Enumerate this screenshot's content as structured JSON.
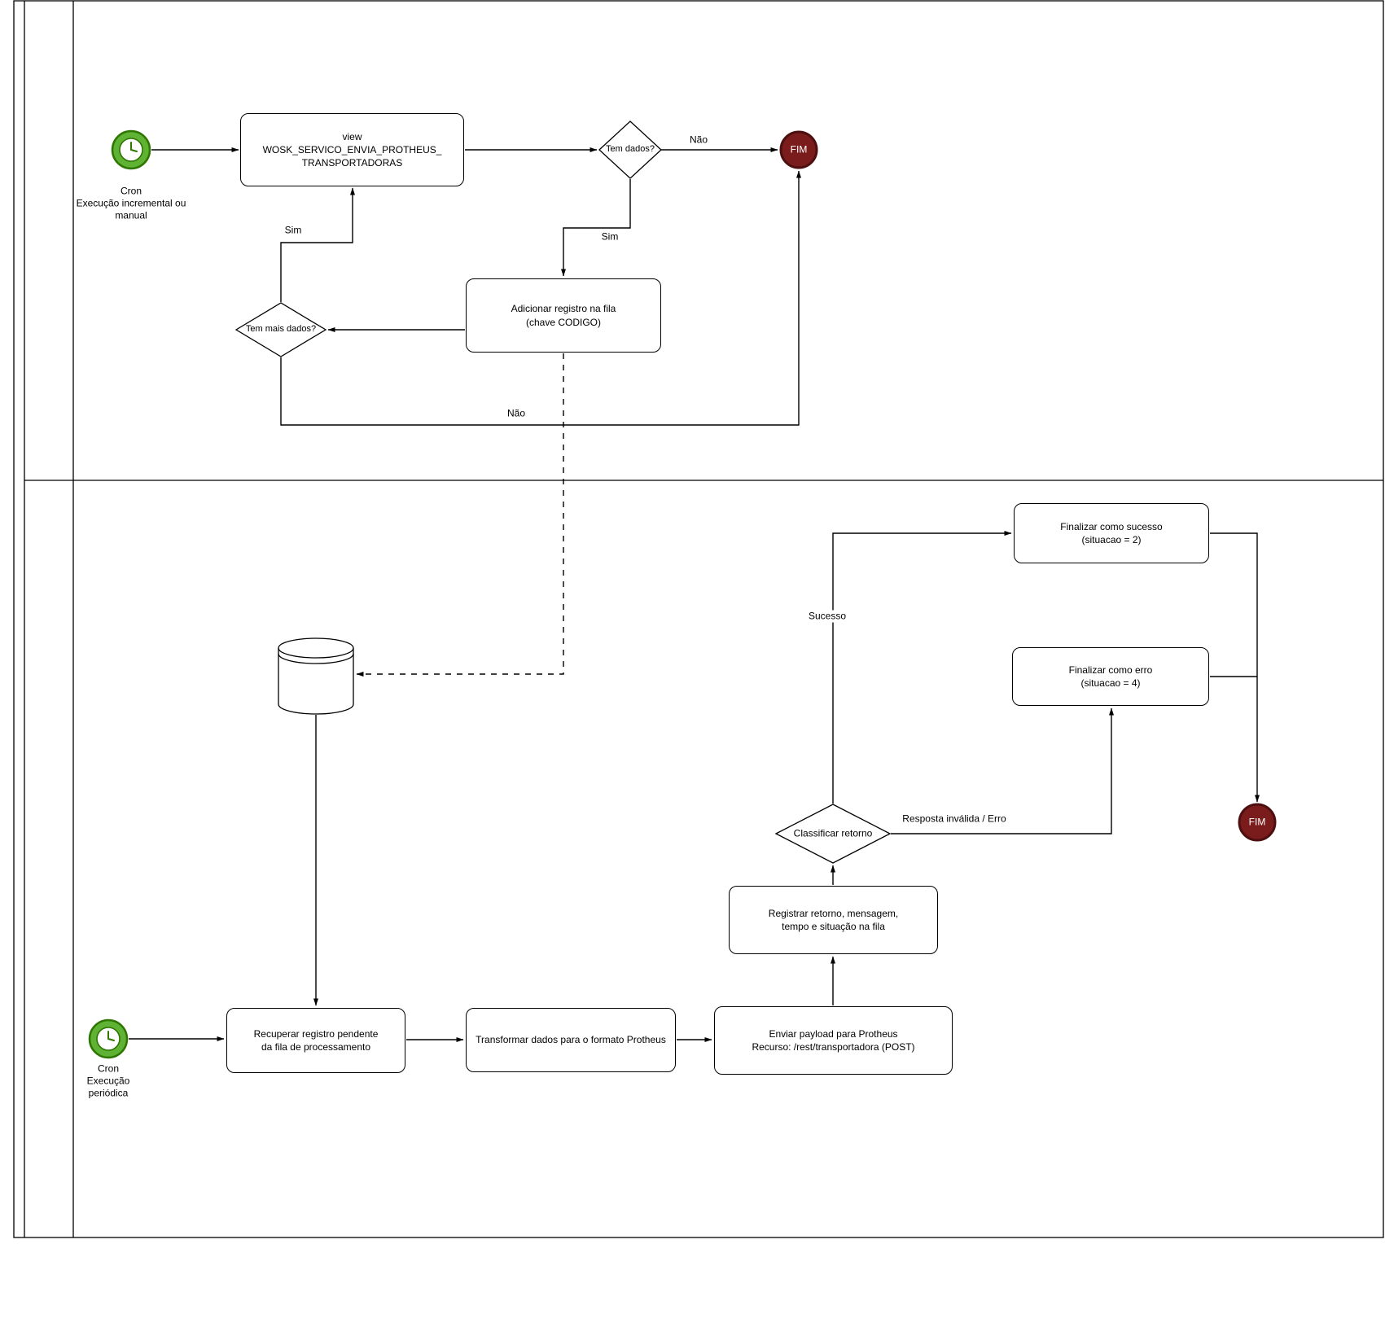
{
  "diagram": {
    "type": "flowchart",
    "lanes": 2
  },
  "colors": {
    "start_fill": "#5fb234",
    "start_stroke": "#2d7600",
    "end_fill": "#7a1c1c",
    "end_stroke": "#4d0f0f",
    "line": "#000000",
    "node_fill": "#ffffff",
    "node_border": "#000000"
  },
  "nodes": {
    "start_incremental": {
      "label": "Cron\nExecução incremental ou\nmanual"
    },
    "view": {
      "label": "view\nWOSK_SERVICO_ENVIA_PROTHEUS_\nTRANSPORTADORAS"
    },
    "tem_dados": {
      "label": "Tem dados?"
    },
    "fim_top": {
      "label": "FIM"
    },
    "adicionar": {
      "label": "Adicionar registro na fila\n(chave CODIGO)"
    },
    "tem_mais_dados": {
      "label": "Tem mais dados?"
    },
    "start_periodica": {
      "label": "Cron\nExecução\nperiódica"
    },
    "recuperar": {
      "label": "Recuperar registro pendente\nda fila de processamento"
    },
    "transformar": {
      "label": "Transformar dados para o formato Protheus"
    },
    "enviar": {
      "label": "Enviar payload para Protheus\nRecurso: /rest/transportadora (POST)"
    },
    "registrar": {
      "label": "Registrar retorno, mensagem,\ntempo e situação na fila"
    },
    "classificar": {
      "label": "Classificar retorno"
    },
    "finalizar_sucesso": {
      "label": "Finalizar como sucesso\n(situacao = 2)"
    },
    "finalizar_erro": {
      "label": "Finalizar como erro\n(situacao = 4)"
    },
    "fim_bottom": {
      "label": "FIM"
    }
  },
  "edge_labels": {
    "nao_no_data": "Não",
    "sim_has_data": "Sim",
    "sim_more_data": "Sim",
    "nao_no_more": "Não",
    "sucesso": "Sucesso",
    "resposta_invalida_erro": "Resposta inválida / Erro"
  }
}
